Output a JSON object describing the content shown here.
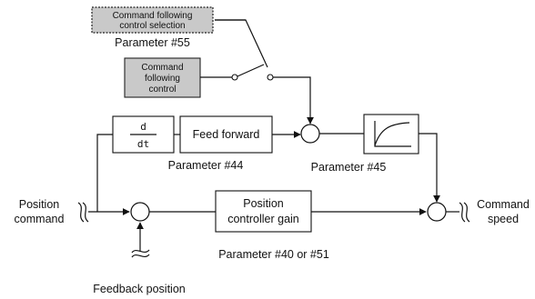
{
  "selection_box": {
    "line1": "Command following",
    "line2": "control selection"
  },
  "parameters": {
    "p55": "Parameter #55",
    "p44": "Parameter #44",
    "p45": "Parameter #45",
    "p40_51": "Parameter #40 or #51"
  },
  "command_following_box": {
    "line1": "Command",
    "line2": "following",
    "line3": "control"
  },
  "derivative_block": {
    "numerator": "d",
    "denominator": "dt"
  },
  "feed_forward_block": {
    "label": "Feed forward"
  },
  "position_gain_block": {
    "line1": "Position",
    "line2": "controller gain"
  },
  "inputs": {
    "position_command": {
      "line1": "Position",
      "line2": "command"
    },
    "feedback_position": "Feedback position"
  },
  "outputs": {
    "command_speed": {
      "line1": "Command",
      "line2": "speed"
    }
  }
}
